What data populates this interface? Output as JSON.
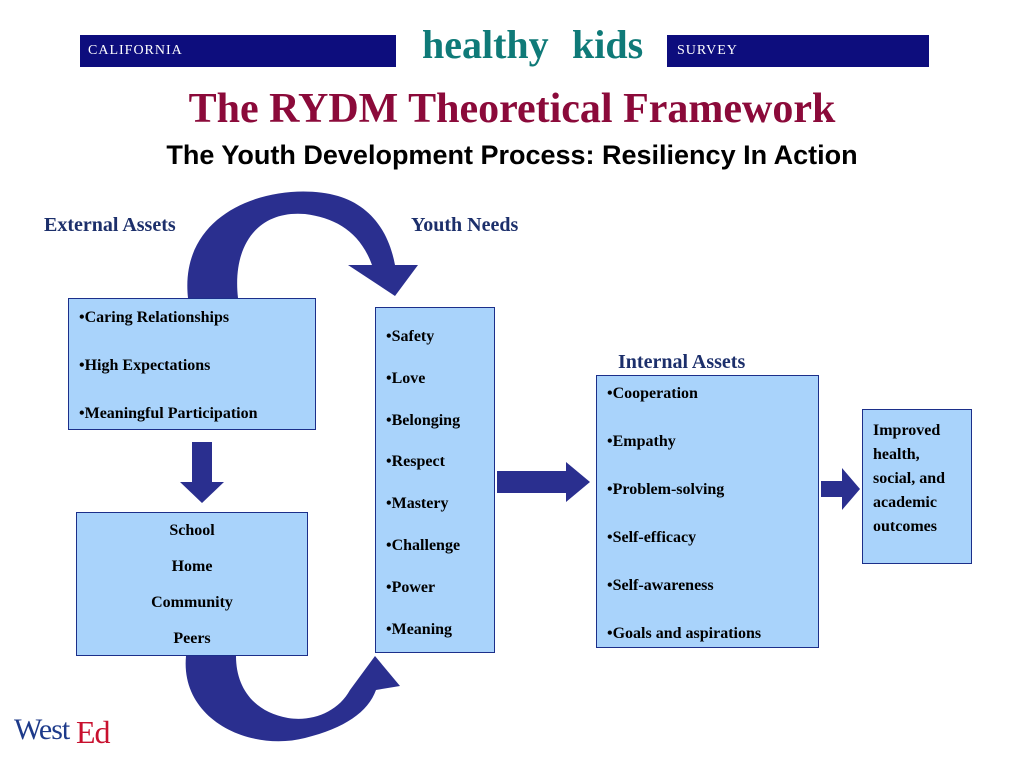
{
  "header": {
    "left_banner": "CALIFORNIA",
    "right_banner": "SURVEY",
    "logo_word_1": "healthy",
    "logo_word_2": "kids"
  },
  "title": "The RYDM Theoretical Framework",
  "subtitle": "The Youth Development Process:  Resiliency In Action",
  "labels": {
    "external_assets": "External Assets",
    "youth_needs": "Youth Needs",
    "internal_assets": "Internal Assets"
  },
  "external_assets": [
    "•Caring Relationships",
    "•High Expectations",
    "•Meaningful Participation"
  ],
  "settings": [
    "School",
    "Home",
    "Community",
    "Peers"
  ],
  "youth_needs": [
    "•Safety",
    "•Love",
    "•Belonging",
    "•Respect",
    "•Mastery",
    "•Challenge",
    "•Power",
    "•Meaning"
  ],
  "internal_assets": [
    "•Cooperation",
    "•Empathy",
    "•Problem-solving",
    "•Self-efficacy",
    "•Self-awareness",
    "•Goals and aspirations"
  ],
  "outcomes": "Improved health, social, and academic outcomes",
  "footer_logo": {
    "part_1": "West",
    "part_2": "Ed"
  },
  "colors": {
    "banner": "#0d0d7d",
    "title": "#8b0a3a",
    "logo_teal": "#0f7a78",
    "arrow": "#2a2f8f",
    "box_fill": "#a9d3fb",
    "label": "#1c2f6b",
    "wested_blue": "#1d3a8a",
    "wested_red": "#c8102e"
  }
}
